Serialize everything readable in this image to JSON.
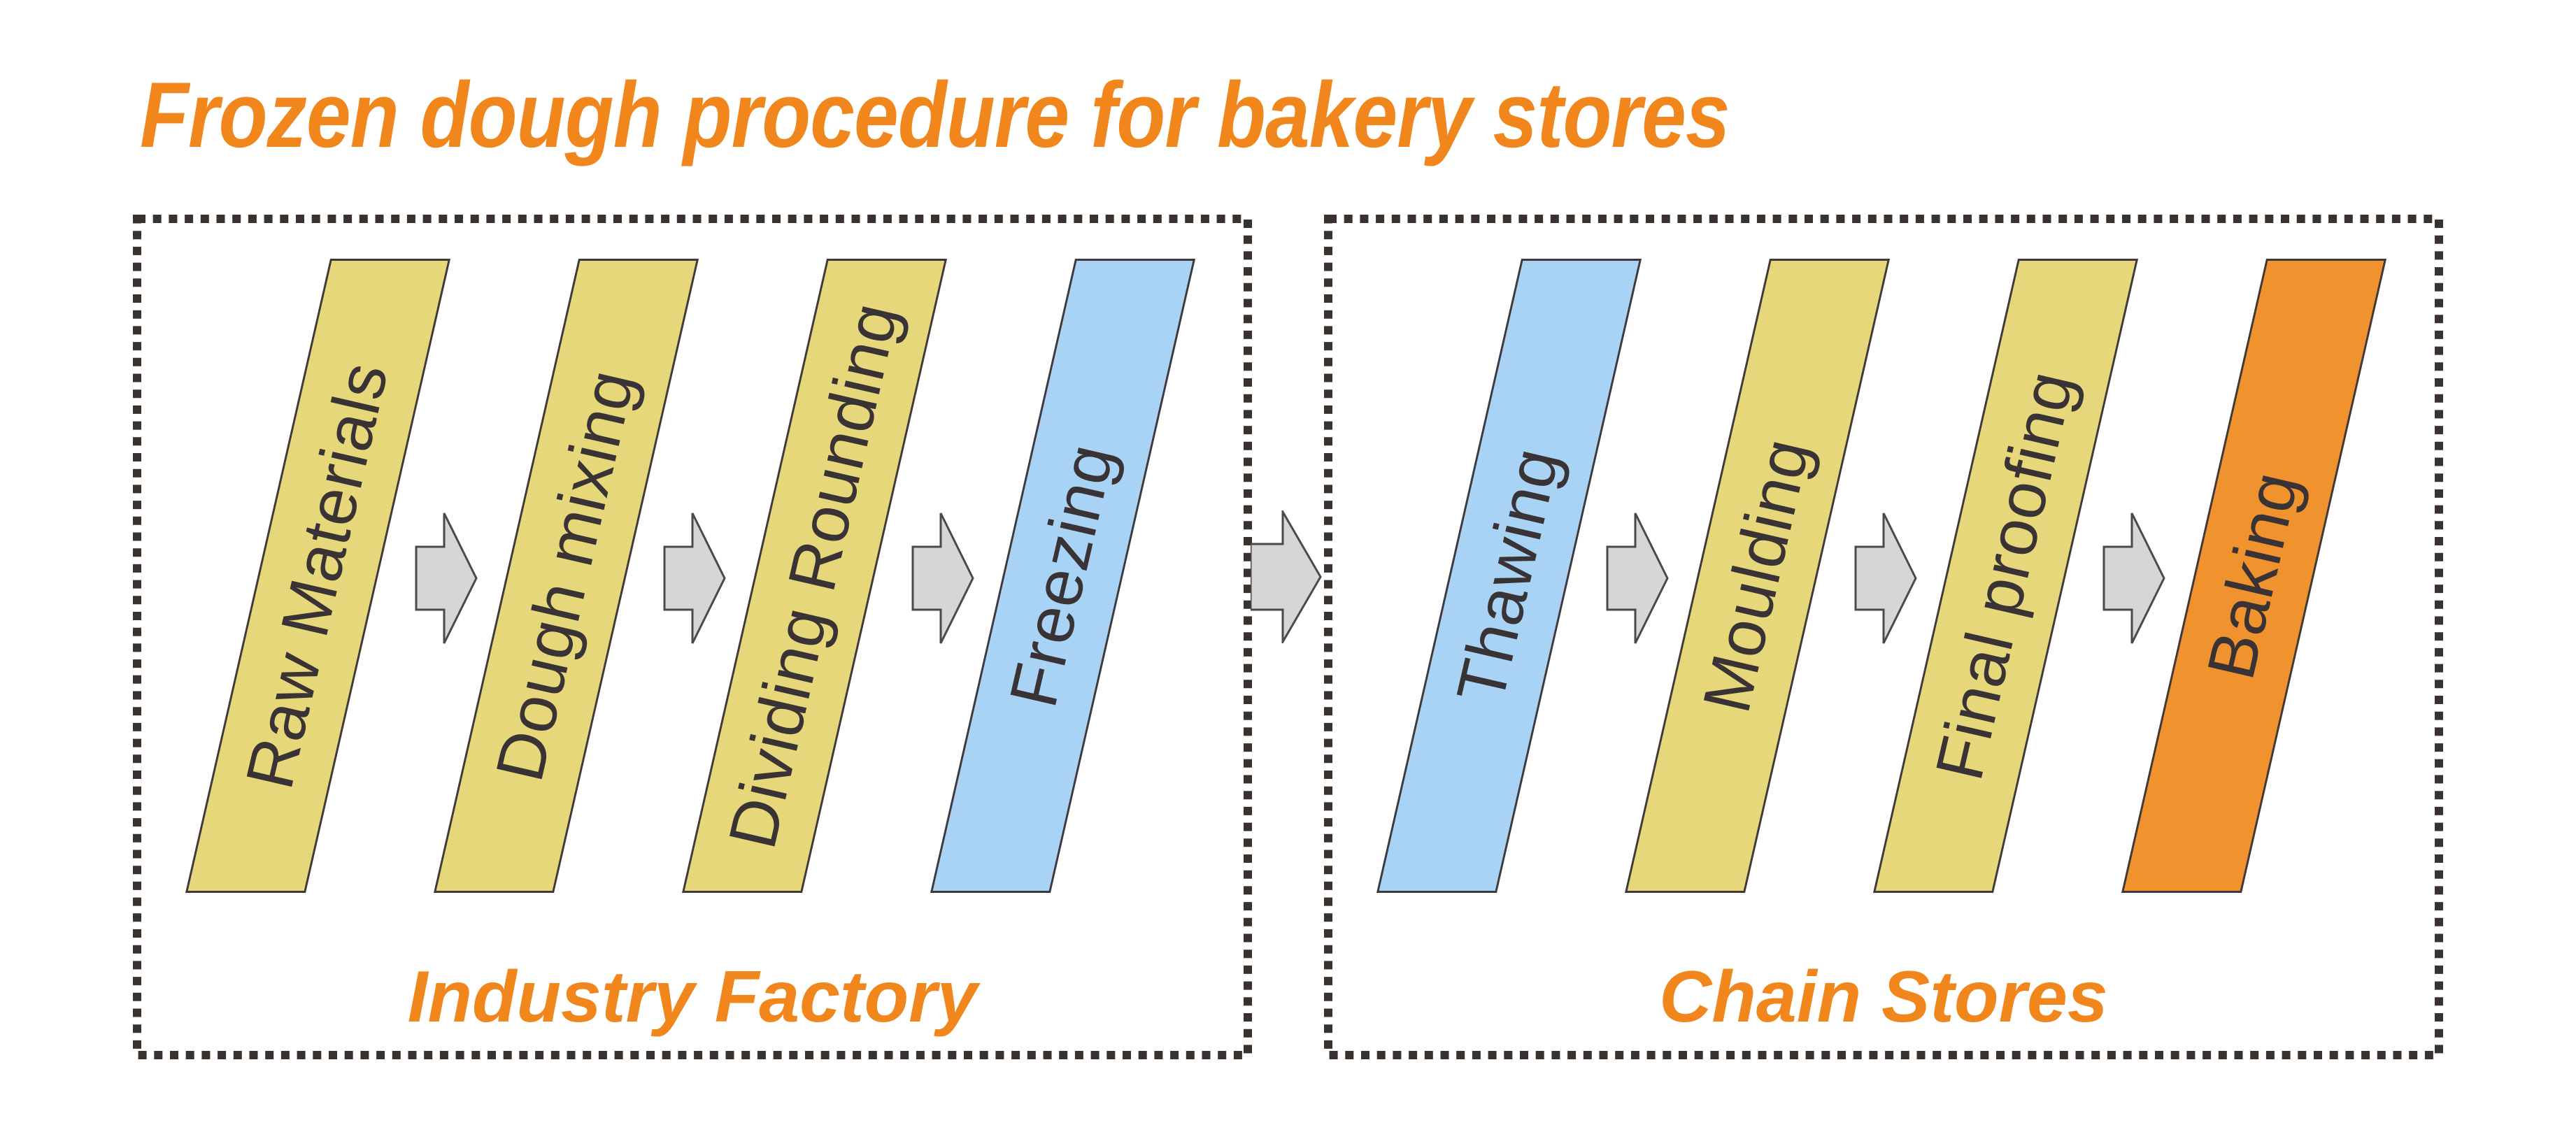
{
  "title": {
    "text": "Frozen dough procedure for bakery stores"
  },
  "groups": [
    {
      "label": "Industry Factory",
      "steps": [
        {
          "label": "Raw Materials",
          "fill": "step_yellow"
        },
        {
          "label": "Dough mixing",
          "fill": "step_yellow"
        },
        {
          "label": "Dividing Rounding",
          "fill": "step_yellow"
        },
        {
          "label": "Freezing",
          "fill": "step_blue"
        }
      ]
    },
    {
      "label": "Chain Stores",
      "steps": [
        {
          "label": "Thawing",
          "fill": "step_blue"
        },
        {
          "label": "Moulding",
          "fill": "step_yellow"
        },
        {
          "label": "Final proofing",
          "fill": "step_yellow"
        },
        {
          "label": "Baking",
          "fill": "step_orange"
        }
      ]
    }
  ],
  "colors": {
    "title_orange": "#F0861C",
    "step_yellow": "#E6D87A",
    "step_blue": "#A9D3F5",
    "step_orange": "#F0922D",
    "step_text": "#3A3335",
    "shape_stroke": "#3F393B",
    "arrow_fill": "#D6D6D6",
    "arrow_stroke": "#4A4A4A",
    "box_border": "#39322E",
    "background": "#FFFFFF"
  }
}
